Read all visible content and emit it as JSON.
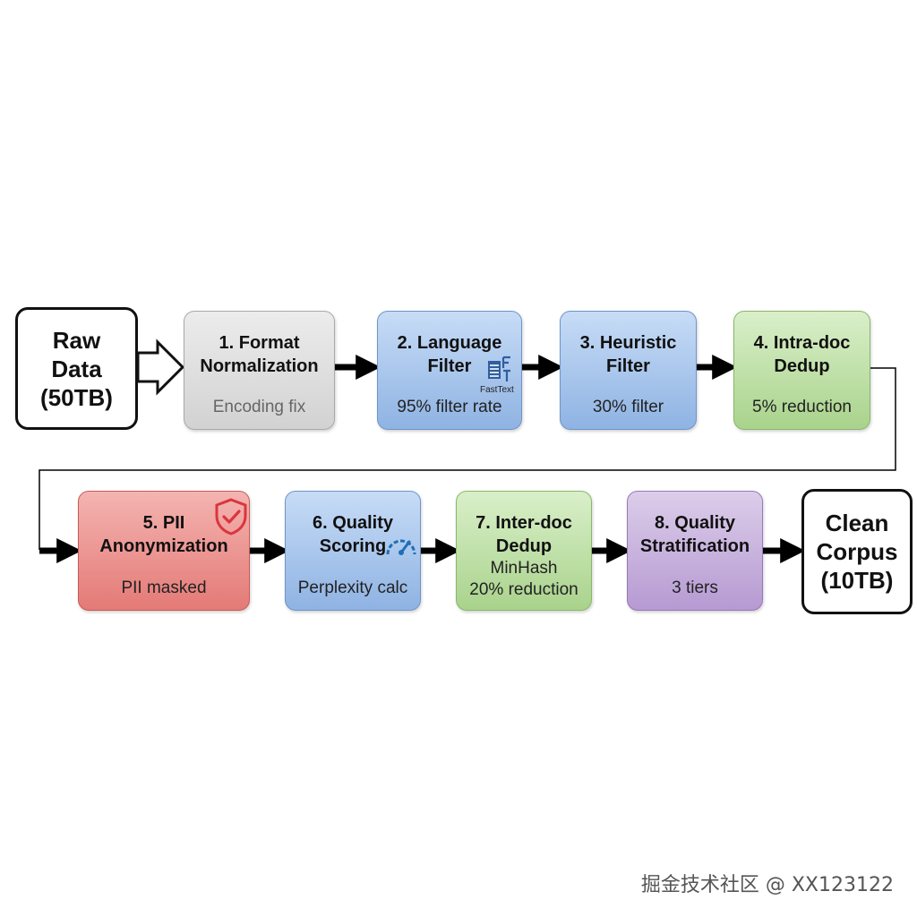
{
  "diagram": {
    "start": {
      "title": "Raw\nData\n(50TB)"
    },
    "end": {
      "title": "Clean\nCorpus\n(10TB)"
    },
    "steps": [
      {
        "title": "1. Format\nNormalization",
        "subtitle": "Encoding fix",
        "color": "gray"
      },
      {
        "title": "2. Language\nFilter",
        "subtitle": "95% filter rate",
        "color": "blue",
        "icon": "document-icon",
        "icon_label": "FastText"
      },
      {
        "title": "3. Heuristic\nFilter",
        "subtitle": "30% filter",
        "color": "blue"
      },
      {
        "title": "4. Intra-doc\nDedup",
        "subtitle": "5% reduction",
        "color": "green"
      },
      {
        "title": "5. PII\nAnonymization",
        "subtitle": "PII masked",
        "color": "red",
        "icon": "shield-check-icon"
      },
      {
        "title": "6. Quality\nScoring",
        "subtitle": "Perplexity calc",
        "color": "blue",
        "icon": "gauge-icon"
      },
      {
        "title": "7. Inter-doc\nDedup",
        "subtitle": "MinHash\n20% reduction",
        "color": "green"
      },
      {
        "title": "8. Quality\nStratification",
        "subtitle": "3 tiers",
        "color": "purple"
      }
    ],
    "colors": {
      "gray": "#d9d9d9",
      "blue": "#9fbfe8",
      "green": "#b5dc9a",
      "red": "#eb8a86",
      "purple": "#c3a9dc",
      "arrow": "#000000",
      "shield": "#d9363e",
      "gauge": "#1f6fb5"
    }
  },
  "watermark": "掘金技术社区 @ XX123122"
}
